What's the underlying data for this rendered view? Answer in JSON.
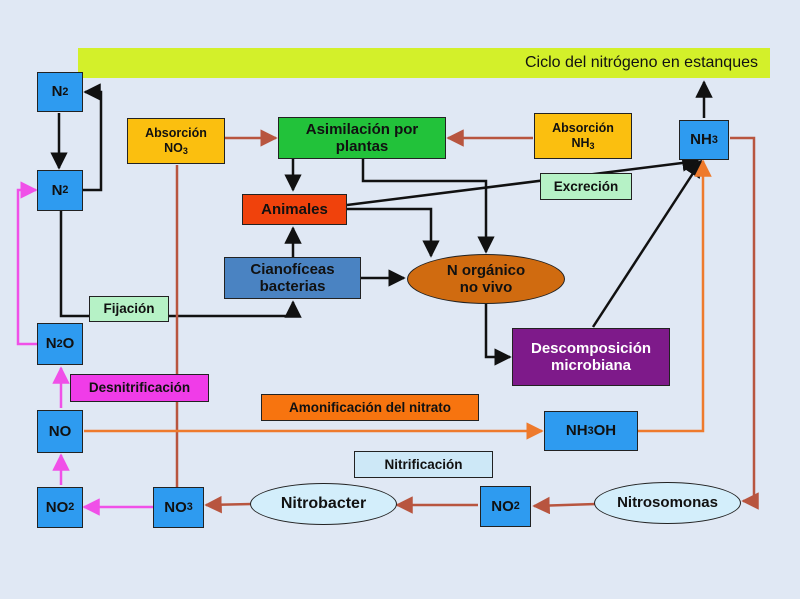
{
  "title": "Ciclo del nitrógeno en estanques",
  "nodes": {
    "n2_top": {
      "main": "N",
      "sub": "2",
      "tail": ""
    },
    "n2_mid": {
      "main": "N",
      "sub": "2",
      "tail": ""
    },
    "n2o": {
      "main": "N",
      "sub": "2",
      "tail": "O"
    },
    "no": "NO",
    "no2_left": {
      "main": "NO",
      "sub": "2"
    },
    "no3": {
      "main": "NO",
      "sub": "3"
    },
    "nitrobacter": "Nitrobacter",
    "no2_right": {
      "main": "NO",
      "sub": "2"
    },
    "nitrosomonas": "Nitrosomonas",
    "nh3": {
      "main": "NH",
      "sub": "3"
    },
    "nh3oh": {
      "main": "NH",
      "sub": "3",
      "tail": "OH"
    },
    "absorcion_no3": {
      "line1": "Absorción",
      "main": "NO",
      "sub": "3"
    },
    "asimilacion": {
      "line1": "Asimilación por",
      "line2": "plantas"
    },
    "absorcion_nh3": {
      "line1": "Absorción",
      "main": "NH",
      "sub": "3"
    },
    "animales": "Animales",
    "excrecion": "Excreción",
    "cianoficeas": {
      "line1": "Cianofíceas",
      "line2": "bacterias"
    },
    "n_organico": {
      "line1": "N orgánico",
      "line2": "no vivo"
    },
    "fijacion": "Fijación",
    "descomposicion": {
      "line1": "Descomposición",
      "line2": "microbiana"
    },
    "desnitrificacion": "Desnitrificación",
    "amonificacion": "Amonificación del nitrato",
    "nitrificacion": "Nitrificación"
  },
  "colors": {
    "background": "#e0e8f4",
    "title_bar": "#d3f02a",
    "compound": "#2e9bf0",
    "absorption": "#fbbf0f",
    "assimilation": "#22c23a",
    "animals": "#f0420c",
    "bacteria": "#4a83c2",
    "organic_n": "#d06b10",
    "decomposition": "#7e1a8a",
    "excretion": "#b6f2c6",
    "denitrification": "#f03ce8",
    "ammonification": "#f7740f",
    "nitrification": "#cde8f7",
    "arrow_black": "#111111",
    "arrow_brown": "#b8553f",
    "arrow_orange": "#ee7a2c",
    "arrow_pink": "#f050e8"
  }
}
